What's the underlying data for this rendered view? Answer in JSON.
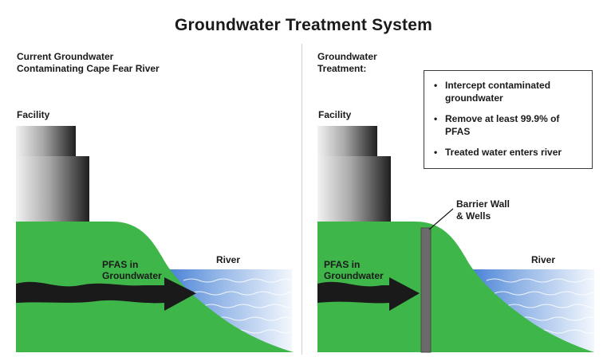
{
  "title": "Groundwater Treatment System",
  "left_panel": {
    "heading": "Current Groundwater\nContaminating Cape Fear River",
    "facility_label": "Facility",
    "pfas_label_line1": "PFAS in",
    "pfas_label_line2": "Groundwater",
    "river_label": "River"
  },
  "right_panel": {
    "heading": "Groundwater\nTreatment:",
    "facility_label": "Facility",
    "pfas_label_line1": "PFAS in",
    "pfas_label_line2": "Groundwater",
    "river_label": "River",
    "barrier_label_line1": "Barrier Wall",
    "barrier_label_line2": "& Wells",
    "bullets": [
      "Intercept contaminated groundwater",
      "Remove at least 99.9% of PFAS",
      "Treated water enters river"
    ]
  },
  "colors": {
    "ground": "#3fb64a",
    "water": "#4a86d8",
    "plume": "#1a1a1a",
    "barrier": "#6b6b6b"
  }
}
